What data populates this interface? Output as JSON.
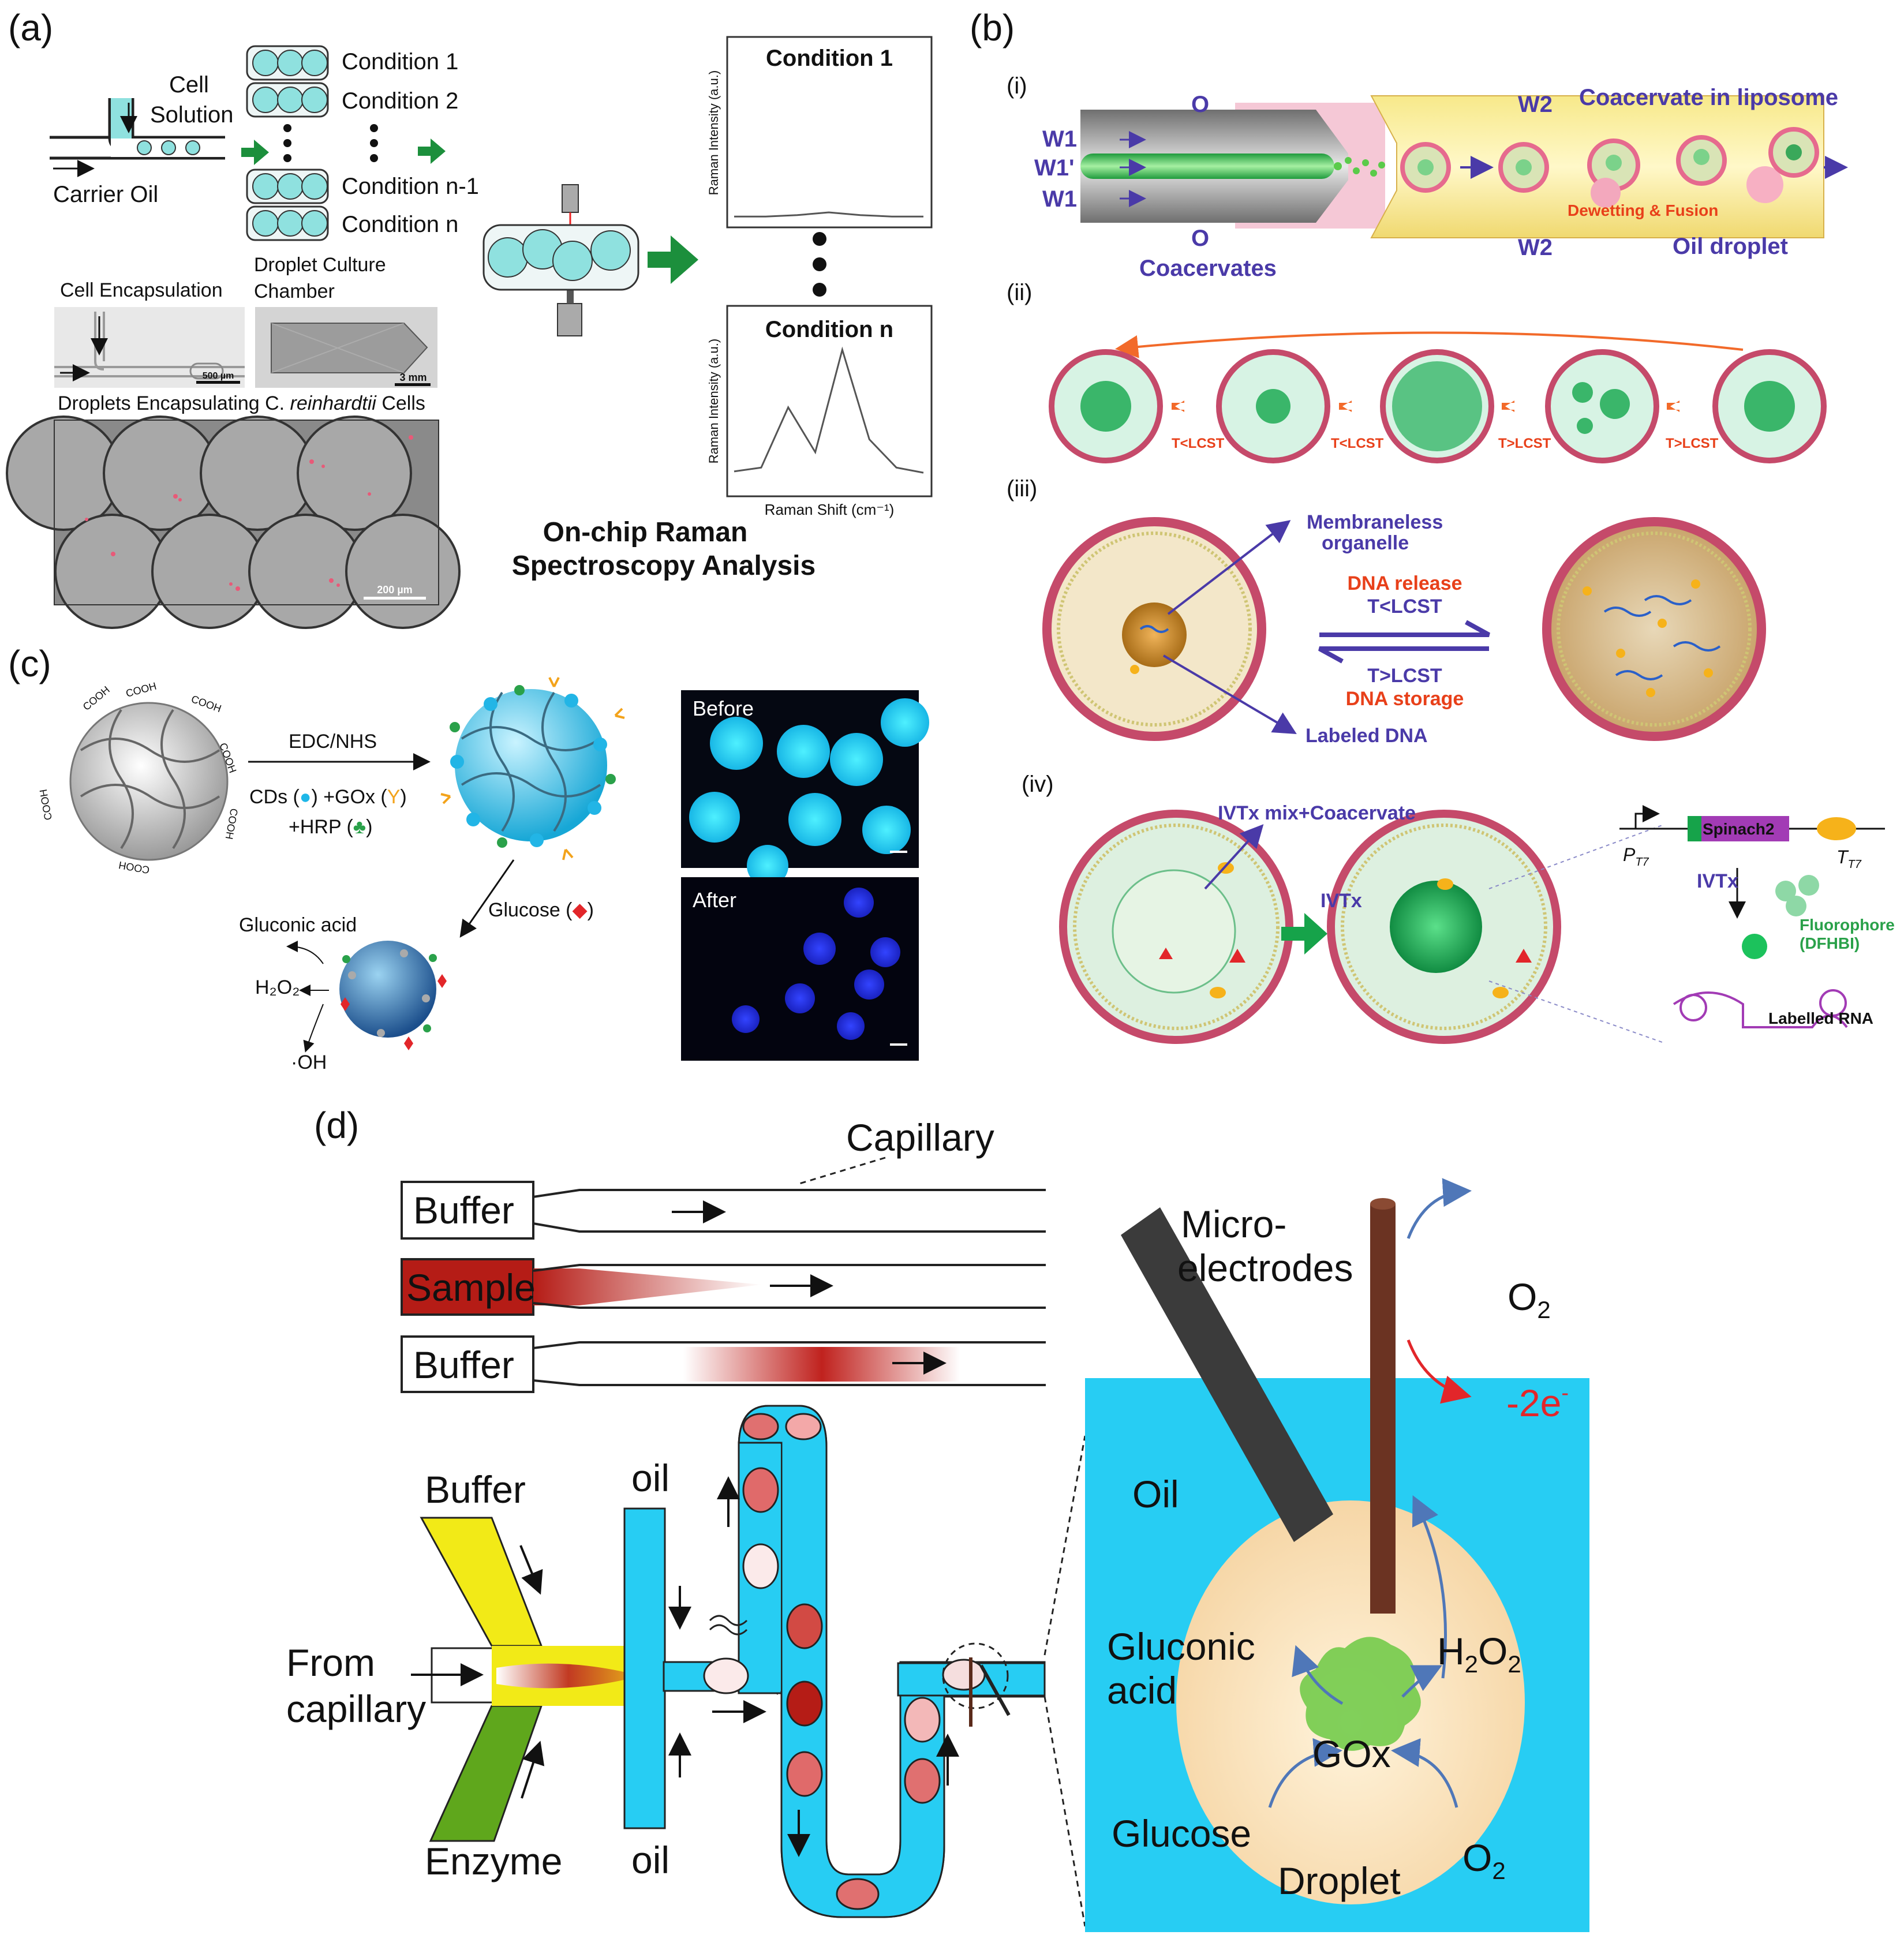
{
  "panels": {
    "a": {
      "label": "(a)",
      "cell_solution_1": "Cell",
      "cell_solution_2": "Solution",
      "carrier_oil": "Carrier Oil",
      "conditions": [
        "Condition 1",
        "Condition 2",
        "Condition n-1",
        "Condition n"
      ],
      "cell_encapsulation": "Cell Encapsulation",
      "droplet_culture_1": "Droplet Culture",
      "droplet_culture_2": "Chamber",
      "scale_500": "500 µm",
      "scale_3mm": "3 mm",
      "droplets_caption_pre": "Droplets Encapsulating C.",
      "droplets_caption_italic": "reinhardtii",
      "droplets_caption_post": "Cells",
      "scale_200": "200 µm",
      "spectrum_top_title": "Condition 1",
      "spectrum_bottom_title": "Condition n",
      "y_axis_label": "Raman Intensity (a.u.)",
      "x_axis_label": "Raman Shift (cm⁻¹)",
      "raman_1": "On-chip Raman",
      "raman_2": "Spectroscopy Analysis"
    },
    "b": {
      "label": "(b)",
      "sub_i": "(i)",
      "sub_ii": "(ii)",
      "sub_iii": "(iii)",
      "sub_iv": "(iv)",
      "w1": "W1",
      "w1_prime": "W1'",
      "o": "O",
      "w2": "W2",
      "coacervate_in_liposome": "Coacervate in liposome",
      "dewetting_fusion": "Dewetting & Fusion",
      "coacervates": "Coacervates",
      "oil_droplet": "Oil droplet",
      "t_less": "T<LCST",
      "t_greater": "T>LCST",
      "membraneless_1": "Membraneless",
      "membraneless_2": "organelle",
      "dna_release": "DNA release",
      "dna_storage": "DNA storage",
      "labeled_dna": "Labeled DNA",
      "ivtx_mix": "IVTx mix+Coacervate",
      "ivtx": "IVTx",
      "spinach2": "Spinach2",
      "pt7": "P",
      "pt7_sub": "T7",
      "tt7": "T",
      "tt7_sub": "T7",
      "fluorophore_1": "Fluorophore",
      "fluorophore_2": "(DFHBI)",
      "labelled_rna": "Labelled RNA"
    },
    "c": {
      "label": "(c)",
      "cooh": "COOH",
      "edc_nhs": "EDC/NHS",
      "cds_line_a": "CDs (",
      "cds_line_b": ") +GOx (",
      "cds_line_c": "Y",
      "cds_line_d": ")",
      "hrp_a": "+HRP (",
      "hrp_b": ")",
      "glucose_a": "Glucose (",
      "glucose_b": ")",
      "gluconic_acid": "Gluconic acid",
      "h2o2": "H₂O₂",
      "oh": "·OH",
      "before": "Before",
      "after": "After"
    },
    "d": {
      "label": "(d)",
      "capillary": "Capillary",
      "buffer": "Buffer",
      "sample": "Sample",
      "micro_1": "Micro-",
      "micro_2": "electrodes",
      "o2": "O",
      "o2_sub": "2",
      "minus_2e": "-2e",
      "minus_sup": "-",
      "oil_big": "Oil",
      "buffer_inlet": "Buffer",
      "oil": "oil",
      "from_1": "From",
      "from_2": "capillary",
      "enzyme": "Enzyme",
      "gluconic_1": "Gluconic",
      "gluconic_2": "acid",
      "h2o2_h": "H",
      "h2o2_2a": "2",
      "h2o2_o": "O",
      "h2o2_2b": "2",
      "gox": "GOx",
      "glucose": "Glucose",
      "droplet": "Droplet"
    }
  },
  "colors": {
    "cyan": "#27cdf3",
    "teal_droplet": "#7fd8cf",
    "green_arrow": "#1c8f3c",
    "sample_red": "#c0221e",
    "buffer_yellow": "#f2ea17",
    "enzyme_green": "#5fa71c",
    "purple_text": "#4a3aa8"
  },
  "chart_data": [
    {
      "type": "line",
      "title": "Condition 1",
      "xlabel": "Raman Shift (cm⁻¹)",
      "ylabel": "Raman Intensity (a.u.)",
      "series": [
        {
          "values": [
            0.02,
            0.02,
            0.03,
            0.05,
            0.03,
            0.02,
            0.02
          ]
        }
      ]
    },
    {
      "type": "line",
      "title": "Condition n",
      "xlabel": "Raman Shift (cm⁻¹)",
      "ylabel": "Raman Intensity (a.u.)",
      "series": [
        {
          "values": [
            0.05,
            0.08,
            0.55,
            0.2,
            1.0,
            0.3,
            0.08,
            0.04
          ]
        }
      ]
    }
  ]
}
